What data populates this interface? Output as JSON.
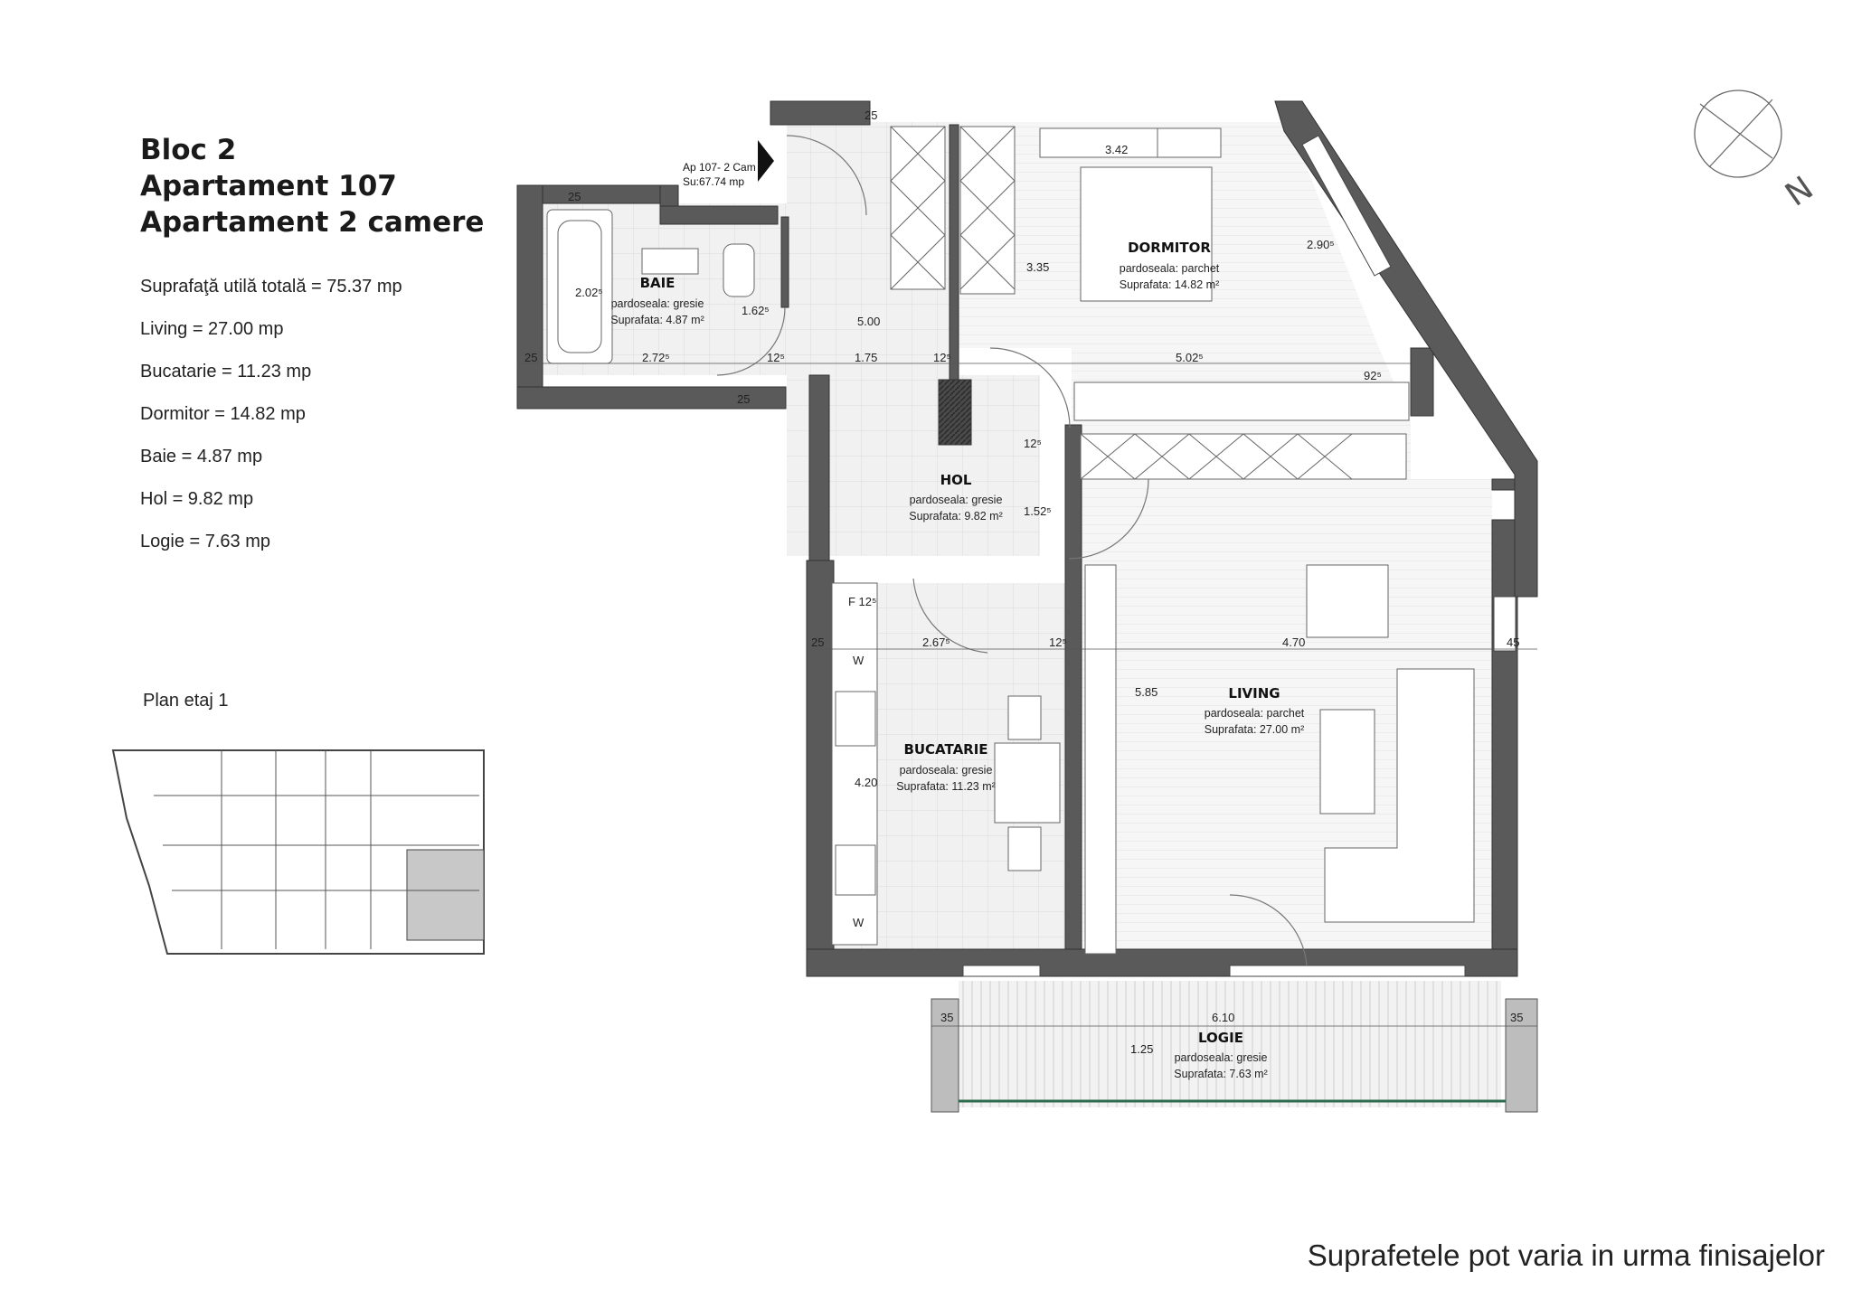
{
  "header": {
    "block": "Bloc 2",
    "apartment": "Apartament 107",
    "type": "Apartament 2 camere"
  },
  "summary": [
    "Suprafaţă utilă totală = 75.37 mp",
    "Living = 27.00 mp",
    "Bucatarie = 11.23 mp",
    "Dormitor = 14.82 mp",
    "Baie = 4.87 mp",
    "Hol = 9.82 mp",
    "Logie = 7.63 mp"
  ],
  "entrance_tag": {
    "line1": "Ap 107- 2 Cam",
    "line2": "Su:67.74 mp"
  },
  "rooms": {
    "baie": {
      "name": "BAIE",
      "floor": "pardoseala: gresie",
      "area": "Suprafata: 4.87 m²"
    },
    "dormitor": {
      "name": "DORMITOR",
      "floor": "pardoseala: parchet",
      "area": "Suprafata: 14.82 m²"
    },
    "hol": {
      "name": "HOL",
      "floor": "pardoseala: gresie",
      "area": "Suprafata: 9.82 m²"
    },
    "bucatarie": {
      "name": "BUCATARIE",
      "floor": "pardoseala: gresie",
      "area": "Suprafata: 11.23 m²"
    },
    "living": {
      "name": "LIVING",
      "floor": "pardoseala: parchet",
      "area": "Suprafata: 27.00 m²"
    },
    "logie": {
      "name": "LOGIE",
      "floor": "pardoseala: gresie",
      "area": "Suprafata: 7.63 m²"
    }
  },
  "dimensions": {
    "d25_top": "25",
    "d25_bath": "25",
    "d25_left": "25",
    "d25_bottom": "25",
    "d272": "2.72⁵",
    "d125a": "12⁵",
    "d175": "1.75",
    "d125b": "12⁵",
    "d502": "5.02⁵",
    "d202": "2.02⁵",
    "d162": "1.62⁵",
    "d500": "5.00",
    "d335": "3.35",
    "d342": "3.42",
    "d290": "2.90⁵",
    "d92": "92⁵",
    "d125c": "12⁵",
    "d152": "1.52⁵",
    "d25_kitchen": "25",
    "d267": "2.67⁵",
    "d125d": "12⁵",
    "d470": "4.70",
    "d45": "45",
    "d125f": "F 12⁵",
    "d585": "5.85",
    "d420": "4.20",
    "d35a": "35",
    "d610": "6.10",
    "d35b": "35",
    "d125log": "1.25"
  },
  "appliance_marks": [
    "W",
    "W"
  ],
  "plan_label": "Plan etaj 1",
  "compass": {
    "letter": "N"
  },
  "footer_note": "Suprafetele pot varia in urma finisajelor"
}
